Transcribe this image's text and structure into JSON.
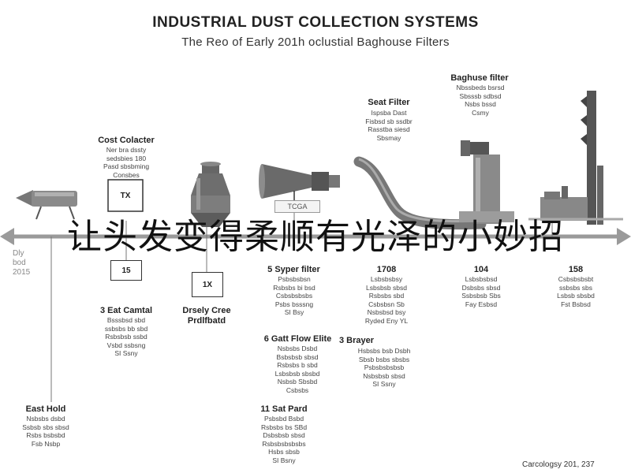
{
  "header": {
    "title": "INDUSTRIAL DUST COLLECTION SYSTEMS",
    "subtitle": "The Reo of Early 201h oclustial Baghouse Filters"
  },
  "overlay_text": "让头发变得柔顺有光泽的小妙招",
  "left_date": "Dly\nbod\n2015",
  "upper": {
    "cost_collector": {
      "label": "Cost Colacter",
      "desc": "Ner bra dssty\nsedsbies 180\nPasd sbsbming\nConsbes",
      "box": "TX"
    },
    "seat_filter": {
      "label": "Seat Filter",
      "desc": "Ispsba Dast\nFisbsd sb ssdbr\nRasstba siesd\nSbsmay"
    },
    "baghouse_filter": {
      "label": "Baghuse filter",
      "desc": "Nbssbeds bsrsd\nSbsssb sdbsd\nNsbs bssd\nCsmy"
    }
  },
  "tags": {
    "cyclone_tag": "TCGA"
  },
  "lower": {
    "item_15": {
      "box": "15"
    },
    "item_1x": {
      "box": "1X"
    },
    "east_control": {
      "label": "3 Eat Camtal",
      "desc": "Bsssbsd sbd\nssbsbs bb sbd\nRsbsbsb ssbd\nVsbd ssbsng\nSI Ssny"
    },
    "dusty_cree": {
      "label": "Drsely Cree\nPrdlfbatd"
    },
    "syper_filter": {
      "label": "5 Syper filter",
      "desc": "Psbsbsbsn\nRsbsbs bi bsd\nCsbsbsbsbs\nPsbs bsssng\nSI Bsy"
    },
    "item_1708": {
      "label": "1708",
      "desc": "Lsbsbsbsy\nLsbsbsb sbsd\nRsbsbs sbd\nCsbsbsn Sb\nNsbsbsd bsy\nRyded Eny YL"
    },
    "item_104": {
      "label": "104",
      "desc": "Lsbsbsbsd\nDsbsbs sbsd\nSsbsbsb Sbs\nFay Esbsd"
    },
    "item_158": {
      "label": "158",
      "desc": "Csbsbsbsbt\nssbsbs sbs\nLsbsb sbsbd\nFst Bsbsd"
    },
    "gut_flow_filter": {
      "label": "6 Gatt Flow Elite",
      "desc": "Nsbsbs Dsbd\nBsbsbsb sbsd\nRsbsbs b sbd\nLsbsbsb sbsbd\nNsbsb Sbsbd\nCsbsbs"
    },
    "brayer": {
      "label": "3 Brayer",
      "desc": "Hsbsbs bsb Dsbh\nSbsb bsbs sbsbs\nPsbsbsbsbsb\nNsbsbsb sbsd\nSI Ssny"
    },
    "sat_pard": {
      "label": "11 Sat Pard",
      "desc": "Psbsbd Bsbd\nRsbsbs bs SBd\nDsbsbsb sbsd\nRsbsbsbsbsbs\nHsbs sbsb\nSI Bsny"
    },
    "east_hold": {
      "label": "East Hold",
      "desc": "Nsbsbs dsbd\nSsbsb sbs sbsd\nRsbs bsbsbd\nFsb Nsbp"
    }
  },
  "footer": {
    "credit": "Carcologsy 201, 237"
  }
}
